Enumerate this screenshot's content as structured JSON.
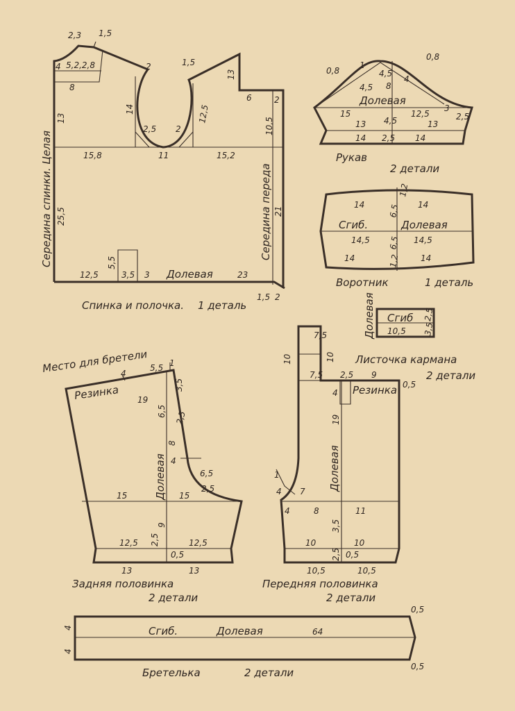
{
  "bodice": {
    "title": "Спинка и полочка.",
    "count": "1 деталь",
    "center_back": "Середина спинки. Целая",
    "center_front": "Середина переда",
    "grain": "Долевая",
    "m": [
      "2,3",
      "1,5",
      "4",
      "5,2,2,8",
      "8",
      "13",
      "2",
      "1,5",
      "13",
      "6",
      "2",
      "10,5",
      "14",
      "2,5",
      "2",
      "12,5",
      "15,8",
      "11",
      "15,2",
      "25,5",
      "21",
      "5,5",
      "12,5",
      "3,5",
      "3",
      "23",
      "1,5",
      "2"
    ]
  },
  "sleeve": {
    "title": "Рукав",
    "count": "2 детали",
    "grain": "Долевая",
    "m": [
      "1",
      "0,8",
      "0,8",
      "4,5",
      "4,5",
      "4",
      "8",
      "15",
      "12,5",
      "3",
      "2,5",
      "13",
      "4,5",
      "13",
      "14",
      "2,5",
      "14"
    ]
  },
  "collar": {
    "title": "Воротник",
    "count": "1 деталь",
    "fold": "Сгиб.",
    "grain": "Долевая",
    "m": [
      "1,2",
      "14",
      "14",
      "6,5",
      "14,5",
      "6,5",
      "14,5",
      "1,2",
      "14",
      "14"
    ]
  },
  "pocket": {
    "title": "Листочка кармана",
    "count": "2 детали",
    "fold": "Сгиб",
    "grain": "Долевая",
    "m": [
      "2,5",
      "10,5",
      "3,5"
    ]
  },
  "back_half": {
    "title": "Задняя половинка",
    "count": "2 детали",
    "strap_place": "Место для бретели",
    "elastic": "Резинка",
    "grain": "Долевая",
    "m": [
      "4",
      "5,5",
      "1",
      "3,5",
      "19",
      "6,5",
      "2,5",
      "8",
      "4",
      "6,5",
      "2,5",
      "15",
      "15",
      "9",
      "2,5",
      "12,5",
      "12,5",
      "0,5",
      "13",
      "13"
    ]
  },
  "front_half": {
    "title": "Передняя половинка",
    "count": "2 детали",
    "elastic": "Резинка",
    "grain": "Долевая",
    "m": [
      "7,5",
      "10",
      "10",
      "7,5",
      "2,5",
      "9",
      "0,5",
      "4",
      "19",
      "1",
      "4",
      "7",
      "4",
      "8",
      "11",
      "3,5",
      "10",
      "10",
      "2,5",
      "0,5",
      "10,5",
      "10,5"
    ]
  },
  "strap": {
    "title": "Бретелька",
    "count": "2 детали",
    "fold": "Сгиб.",
    "grain": "Долевая",
    "m": [
      "64",
      "4",
      "4",
      "0,5",
      "0,5"
    ]
  }
}
